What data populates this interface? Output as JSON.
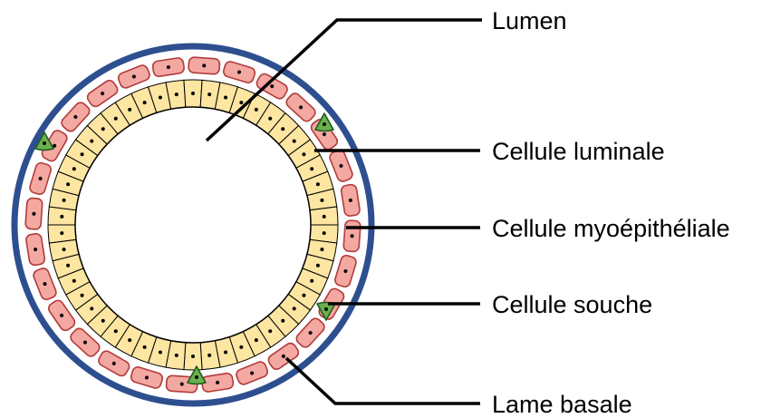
{
  "labels": {
    "lumen": "Lumen",
    "luminal_cell": "Cellule luminale",
    "myoepithelial_cell": "Cellule myoépithéliale",
    "stem_cell": "Cellule souche",
    "basal_lamina": "Lame basale"
  },
  "colors": {
    "basal_lamina": "#2e4f8f",
    "myoepithelial_fill": "#f4a8a2",
    "myoepithelial_stroke": "#b23c3c",
    "luminal_fill": "#fde6a2",
    "luminal_stroke": "#000000",
    "stem_fill": "#6ab04c",
    "stem_stroke": "#1f5c1f",
    "nucleus": "#000000",
    "lumen": "#ffffff"
  },
  "counts": {
    "luminal_cells": 50,
    "myoepithelial_cells": 28
  }
}
